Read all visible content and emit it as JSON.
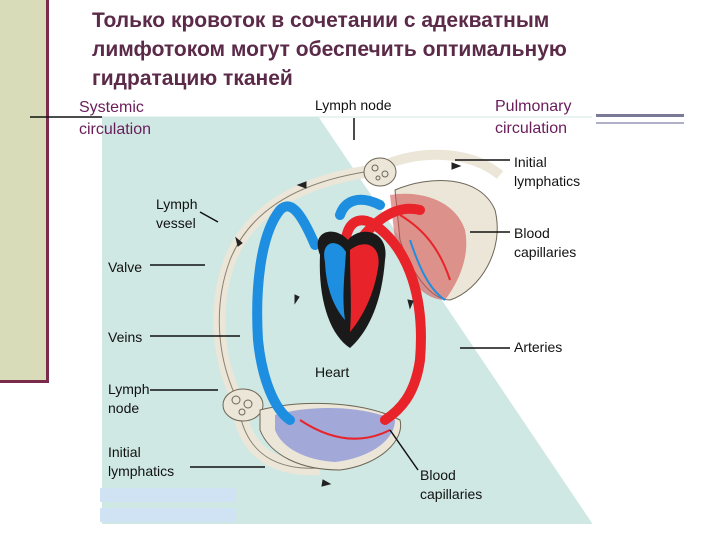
{
  "title_lines": [
    "Только кровоток в сочетании с адекватным",
    "лимфотоком могут обеспечить оптимальную",
    "гидратацию тканей"
  ],
  "labels": {
    "systemic": [
      "Systemic",
      "circulation"
    ],
    "pulmonary": [
      "Pulmonary",
      "circulation"
    ],
    "lymph_node_top": "Lymph node",
    "initial_lymphatics_top": [
      "Initial",
      "lymphatics"
    ],
    "lymph_vessel": [
      "Lymph",
      "vessel"
    ],
    "blood_capillaries_right": [
      "Blood",
      "capillaries"
    ],
    "valve": "Valve",
    "veins": "Veins",
    "arteries": "Arteries",
    "heart": "Heart",
    "lymph_node_left": [
      "Lymph",
      "node"
    ],
    "initial_lymphatics_left": [
      "Initial",
      "lymphatics"
    ],
    "blood_capillaries_bottom": [
      "Blood",
      "capillaries"
    ]
  },
  "colors": {
    "systemic_bg": "#cfe8e4",
    "pulmonary_bg": "#ffffff",
    "veins": "#1e8fe0",
    "arteries": "#e8242a",
    "heart_dark": "#1a1a1a",
    "lymph": "#ebe6d8"
  }
}
